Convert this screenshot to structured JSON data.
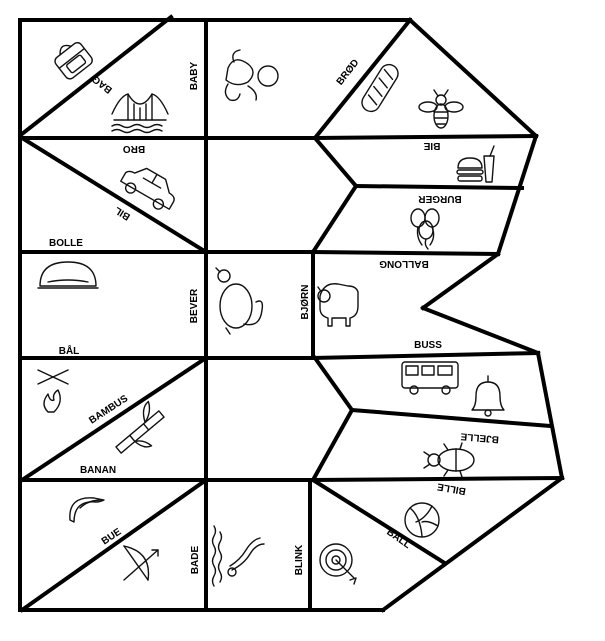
{
  "words": {
    "bag": "BAG",
    "baby": "BABY",
    "brod": "BRØD",
    "bro": "BRO",
    "bie": "BIE",
    "burger": "BURGER",
    "bil": "BIL",
    "bolle": "BOLLE",
    "ballong": "BALLONG",
    "bever": "BEVER",
    "bjorn": "BJØRN",
    "buss": "BUSS",
    "bal": "BÅL",
    "bambus": "BAMBUS",
    "bjelle": "BJELLE",
    "banan": "BANAN",
    "bille": "BILLE",
    "bue": "BUE",
    "bade": "BADE",
    "blink": "BLINK",
    "ball": "BALL"
  },
  "icons": [
    "bag-icon",
    "bridge-icon",
    "baby-icon",
    "bread-icon",
    "bee-icon",
    "burger-icon",
    "car-icon",
    "balloons-icon",
    "bowl-icon",
    "beaver-icon",
    "bear-icon",
    "bus-icon",
    "bell-icon",
    "campfire-icon",
    "bamboo-icon",
    "beetle-icon",
    "banana-icon",
    "beach-ball-icon",
    "bow-icon",
    "water-icon",
    "swimmer-icon",
    "target-icon"
  ]
}
